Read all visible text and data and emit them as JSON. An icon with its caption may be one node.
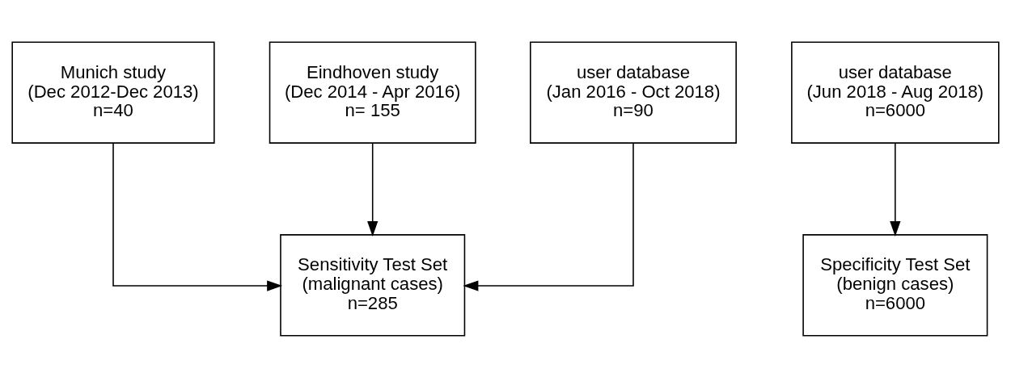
{
  "diagram": {
    "nodes": [
      {
        "text": [
          "Munich study",
          "(Dec 2012-Dec 2013)",
          "n=40"
        ]
      },
      {
        "text": [
          "Eindhoven study",
          "(Dec 2014 - Apr 2016)",
          "n= 155"
        ]
      },
      {
        "text": [
          "user database",
          "(Jan 2016 - Oct 2018)",
          "n=90"
        ]
      },
      {
        "text": [
          "user database",
          "(Jun 2018 - Aug 2018)",
          "n=6000"
        ]
      },
      {
        "text": [
          "Sensitivity Test Set",
          "(malignant cases)",
          "n=285"
        ]
      },
      {
        "text": [
          "Specificity Test Set",
          "(benign cases)",
          "n=6000"
        ]
      }
    ],
    "edges": [
      {
        "from": 0,
        "to": 4,
        "arrow": "to"
      },
      {
        "from": 1,
        "to": 4,
        "arrow": "to"
      },
      {
        "from": 2,
        "to": 4,
        "arrow": "to"
      },
      {
        "from": 3,
        "to": 5,
        "arrow": "to"
      }
    ]
  }
}
